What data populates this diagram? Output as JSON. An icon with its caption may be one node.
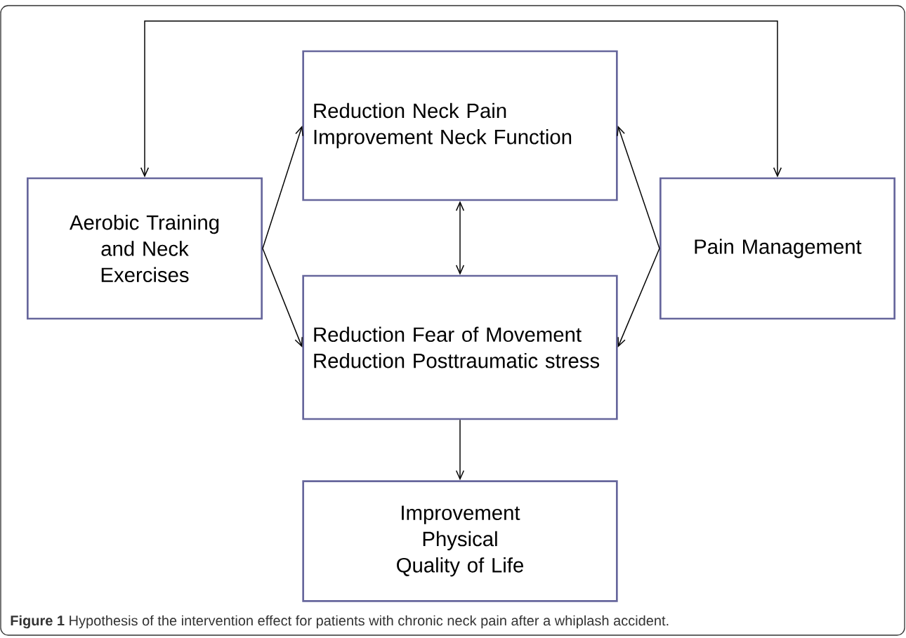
{
  "diagram": {
    "caption": "**Figure 1** Hypothesis of the intervention effect for patients with chronic neck pain after a whiplash accident.",
    "nodes": [
      {
        "text": [
          "Aerobic Training and Neck Exercises"
        ]
      },
      {
        "text": [
          "Reduction Neck Pain",
          "Improvement Neck Function"
        ]
      },
      {
        "text": [
          "Pain  Management"
        ]
      },
      {
        "text": [
          "Reduction Fear of Movement",
          "Reduction Posttraumatic stress"
        ]
      },
      {
        "text": [
          "Improvement Physical Quality of Life"
        ]
      }
    ],
    "edges": [
      {
        "from": 0,
        "to": 2,
        "arrow": "both"
      },
      {
        "from": 0,
        "to": 1,
        "arrow": "to"
      },
      {
        "from": 0,
        "to": 3,
        "arrow": "to"
      },
      {
        "from": 2,
        "to": 1,
        "arrow": "to"
      },
      {
        "from": 2,
        "to": 3,
        "arrow": "to"
      },
      {
        "from": 1,
        "to": 3,
        "arrow": "both"
      },
      {
        "from": 3,
        "to": 4,
        "arrow": "to"
      }
    ]
  }
}
